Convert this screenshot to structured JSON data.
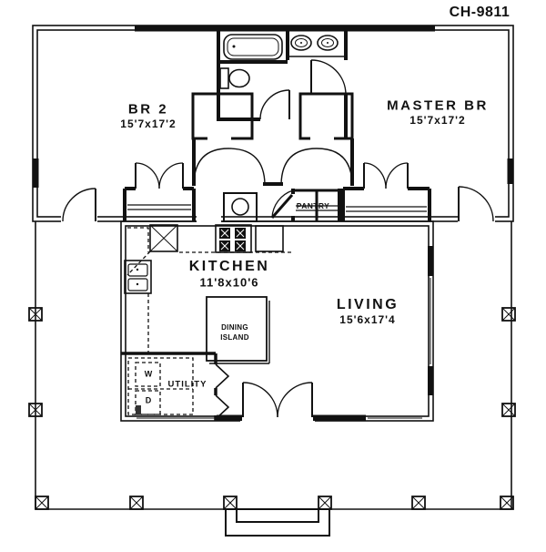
{
  "title": "CH-9811",
  "rooms": {
    "br2": {
      "name": "BR 2",
      "dims": "15'7x17'2"
    },
    "master": {
      "name": "MASTER BR",
      "dims": "15'7x17'2"
    },
    "kitchen": {
      "name": "KITCHEN",
      "dims": "11'8x10'6"
    },
    "living": {
      "name": "LIVING",
      "dims": "15'6x17'4"
    },
    "pantry": {
      "name": "PANTRY"
    },
    "utility": {
      "name": "UTILITY"
    },
    "dining_island": {
      "line1": "DINING",
      "line2": "ISLAND"
    }
  },
  "appliances": {
    "washer": "W",
    "dryer": "D"
  },
  "colors": {
    "line": "#111111",
    "bg": "#ffffff"
  }
}
